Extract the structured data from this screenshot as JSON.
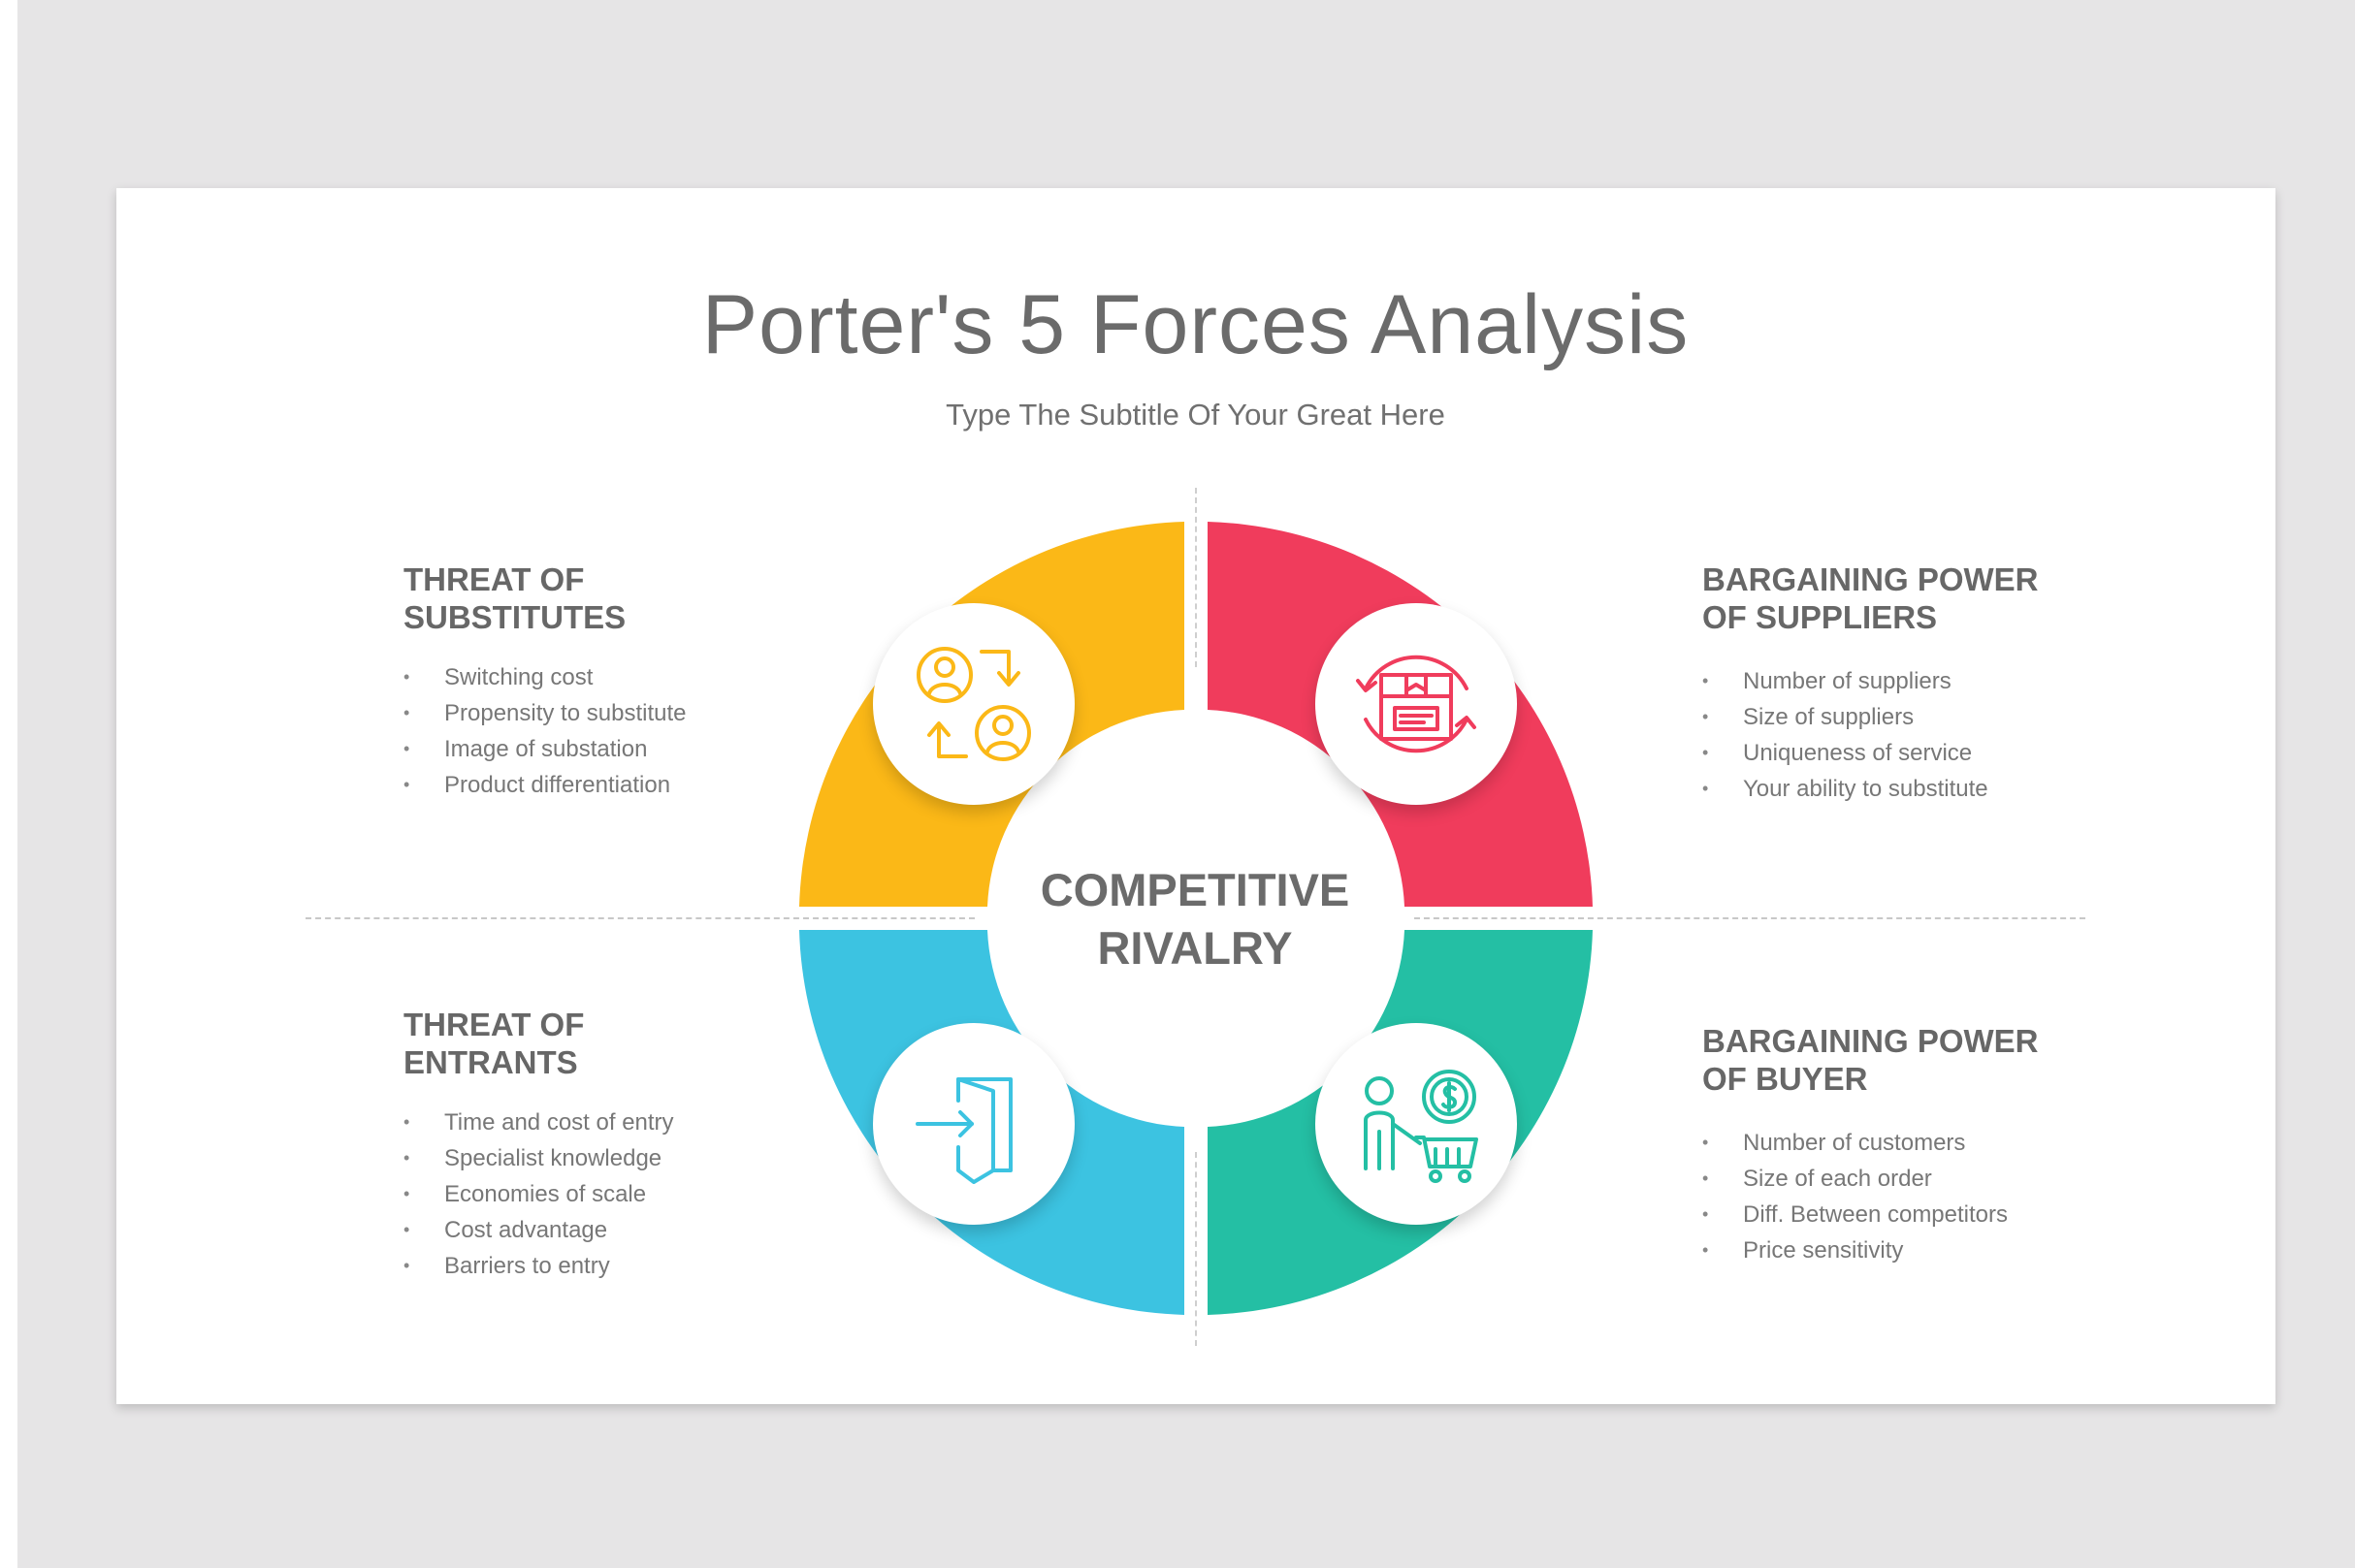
{
  "slide": {
    "title": "Porter's 5 Forces Analysis",
    "subtitle": "Type The Subtitle Of Your Great Here"
  },
  "center": {
    "line1": "COMPETITIVE",
    "line2": "RIVALRY"
  },
  "colors": {
    "yellow": "#fbb817",
    "red": "#f03c5c",
    "blue": "#3cc3e1",
    "green": "#24bfa4",
    "title_gray": "#6b6b6b"
  },
  "forces": [
    {
      "key": "substitutes",
      "title_line1": "THREAT OF",
      "title_line2": "SUBSTITUTES",
      "icon": "swap-people-icon",
      "items": [
        "Switching cost",
        "Propensity to substitute",
        "Image of substation",
        "Product differentiation"
      ]
    },
    {
      "key": "suppliers",
      "title_line1": "BARGAINING POWER",
      "title_line2": "OF SUPPLIERS",
      "icon": "supply-box-icon",
      "items": [
        "Number of suppliers",
        "Size of suppliers",
        "Uniqueness of service",
        "Your ability to substitute"
      ]
    },
    {
      "key": "entrants",
      "title_line1": "THREAT OF",
      "title_line2": "ENTRANTS",
      "icon": "enter-door-icon",
      "items": [
        "Time and cost of entry",
        "Specialist knowledge",
        "Economies of scale",
        "Cost advantage",
        "Barriers to entry"
      ]
    },
    {
      "key": "buyer",
      "title_line1": "BARGAINING POWER",
      "title_line2": "OF BUYER",
      "icon": "shopper-cart-icon",
      "items": [
        "Number of customers",
        "Size of each order",
        "Diff. Between competitors",
        "Price sensitivity"
      ]
    }
  ]
}
